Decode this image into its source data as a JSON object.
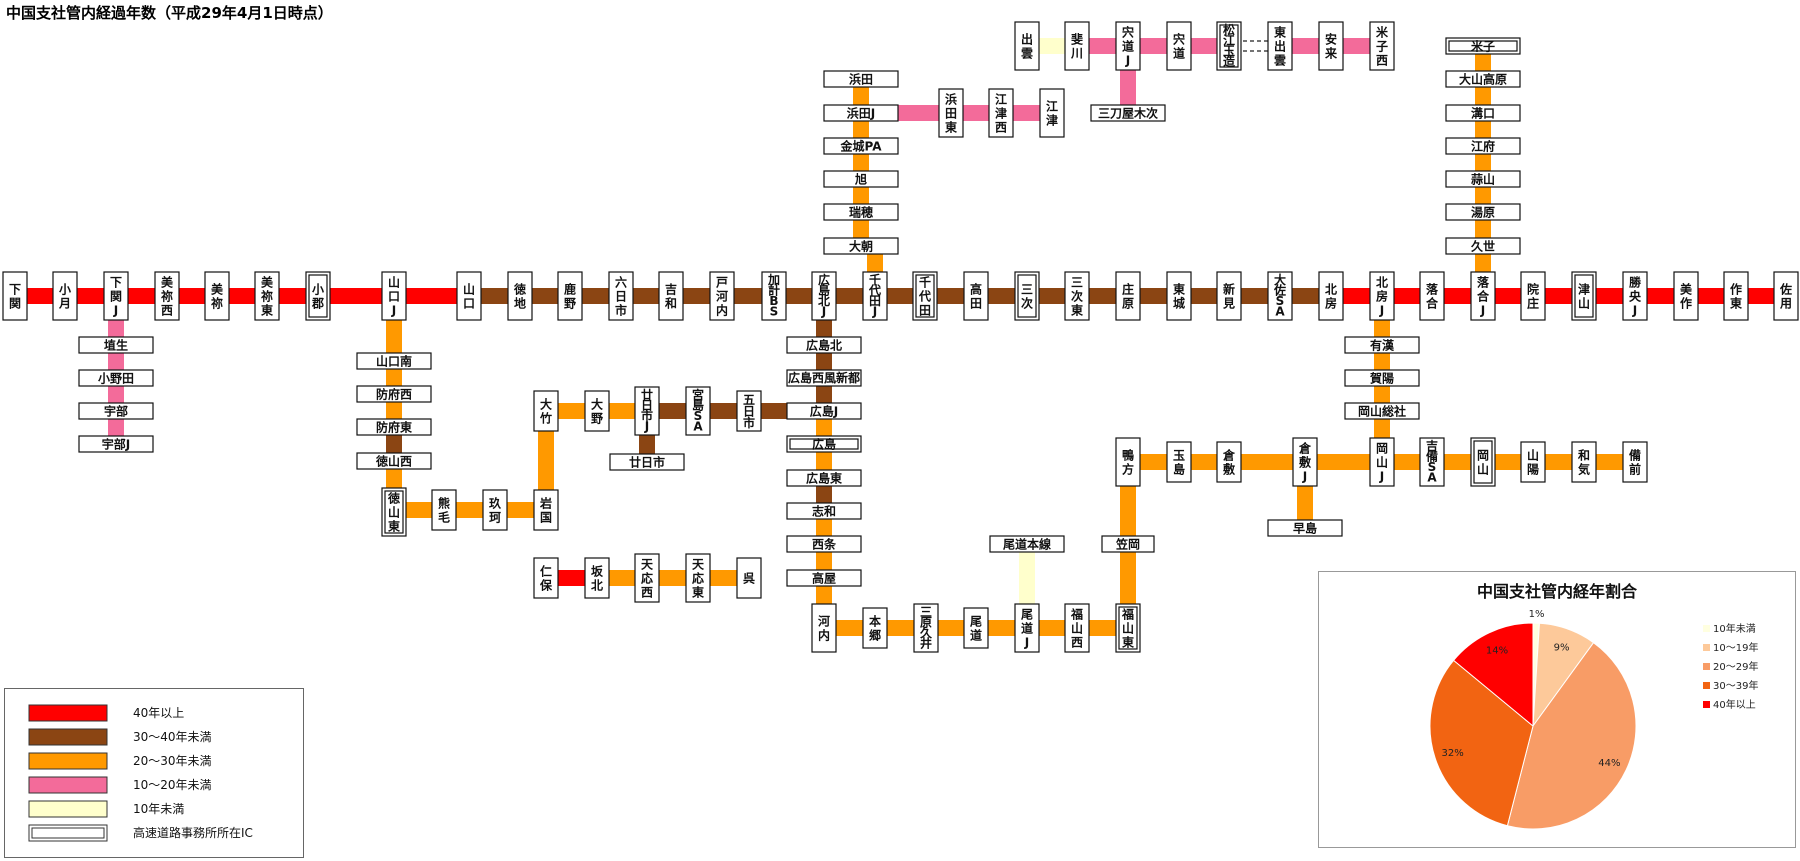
{
  "title": "中国支社管内経過年数（平成29年4月1日時点）",
  "colors": {
    "lt10": "#ffffcc",
    "10s": "#f36b9a",
    "20s": "#ff9900",
    "30s": "#8b4513",
    "40p": "#ff0000"
  },
  "legend": {
    "items": [
      {
        "label": "40年以上",
        "color": "#ff0000",
        "kind": "fill"
      },
      {
        "label": "30～40年未満",
        "color": "#8b4513",
        "kind": "fill"
      },
      {
        "label": "20～30年未満",
        "color": "#ff9900",
        "kind": "fill"
      },
      {
        "label": "10～20年未満",
        "color": "#f36b9a",
        "kind": "fill"
      },
      {
        "label": "10年未満",
        "color": "#ffffcc",
        "kind": "fill"
      },
      {
        "label": "高速道路事務所所在IC",
        "color": "#ffffff",
        "kind": "double"
      }
    ]
  },
  "nodes": {
    "shimonoseki": "下関",
    "ozuki": "小月",
    "shimonosekij": "下関J",
    "minenishi": "美祢西",
    "mine": "美祢",
    "minehigashi": "美祢東",
    "ogori": "小郡",
    "yamaguchij": "山口J",
    "yamaguchi": "山口",
    "tokuji": "徳地",
    "kano": "鹿野",
    "muikaichi": "六日市",
    "yoshiwa": "吉和",
    "togouchi": "戸河内",
    "kakeibs": "加計BS",
    "hiroshimakitaj": "広島北J",
    "chiyodaj": "千代田J",
    "chiyoda": "千代田",
    "takata": "高田",
    "miyoshi": "三次",
    "miyoshihigashi": "三次東",
    "shobara": "庄原",
    "tojo": "東城",
    "niimi": "新見",
    "osasa": "大佐SA",
    "hokubo": "北房",
    "hokuboj": "北房J",
    "ochiai": "落合",
    "ochiaij": "落合J",
    "innosho": "院庄",
    "tsuyama": "津山",
    "shoouj": "勝央J",
    "mimasaka": "美作",
    "sakuto": "作東",
    "sayo": "佐用",
    "habu": "埴生",
    "onoda": "小野田",
    "ube": "宇部",
    "ubej": "宇部J",
    "yamaguchiminami": "山口南",
    "hofunishi": "防府西",
    "hofuhigashi": "防府東",
    "tokuyamanishi": "徳山西",
    "tokuyamahigashi": "徳山東",
    "kumage": "熊毛",
    "kuga": "玖珂",
    "iwakuni": "岩国",
    "otake": "大竹",
    "ono": "大野",
    "hatsukaichij": "廿日市J",
    "hatsukaichi": "廿日市",
    "miyajimasa": "宮島SA",
    "itsukaichi": "五日市",
    "hiroshimakita": "広島北",
    "hiroshimanishifushin": "広島西風新都",
    "hiroshimaj": "広島J",
    "hiroshima": "広島",
    "hiroshimahigashi": "広島東",
    "shiwa": "志和",
    "saijo": "西条",
    "kochi": "高屋",
    "kawachi": "河内",
    "hongo": "本郷",
    "miharakui": "三原久井",
    "onomichi": "尾道",
    "onomichij": "尾道J",
    "onomichihonsen": "尾道本線",
    "fukuyamanishi": "福山西",
    "fukuyamahigashi": "福山東",
    "niho": "仁保",
    "sakakita": "坂北",
    "tenonishi": "天応西",
    "tenohigashi": "天応東",
    "kure": "呉",
    "hamada": "浜田",
    "hamadaj": "浜田J",
    "kanagipa": "金城PA",
    "asahi": "旭",
    "mizuho": "瑞穂",
    "oasa": "大朝",
    "hamadahigashi": "浜田東",
    "gotsunishi": "江津西",
    "gotsu": "江津",
    "izumo": "出雲",
    "hikawa": "斐川",
    "shinjij": "宍道J",
    "shinji": "宍道",
    "matsuetamatsukuri": "松江玉造",
    "higashiizumo": "東出雲",
    "yasugi": "安来",
    "yonagonishi": "米子西",
    "mitoyakiji": "三刀屋木次",
    "yonago": "米子",
    "daisenkogen": "大山高原",
    "mizokuchi": "溝口",
    "kofu": "江府",
    "hiruzen": "蒜山",
    "yubara": "湯原",
    "kuse": "久世",
    "arimaki": "有漢",
    "kayo": "賀陽",
    "okayamasoja": "岡山総社",
    "okayamaj": "岡山J",
    "kibisa": "吉備SA",
    "okayama": "岡山",
    "sanyo": "山陽",
    "wake": "和気",
    "bizen": "備前",
    "kamogata": "鴨方",
    "tamashima": "玉島",
    "kurashiki": "倉敷",
    "kurashikij": "倉敷J",
    "hayashima": "早島",
    "kasaoka": "笠岡"
  },
  "chart_data": {
    "type": "pie",
    "title": "中国支社管内経年割合",
    "categories": [
      "10年未満",
      "10～19年",
      "20～29年",
      "30～39年",
      "40年以上"
    ],
    "values": [
      1,
      9,
      44,
      32,
      14
    ],
    "value_labels": [
      "1%",
      "9%",
      "44%",
      "32%",
      "14%"
    ],
    "colors": [
      "#ffffe0",
      "#fdc99a",
      "#f89c66",
      "#f26412",
      "#ff0000"
    ],
    "legend_position": "right"
  }
}
